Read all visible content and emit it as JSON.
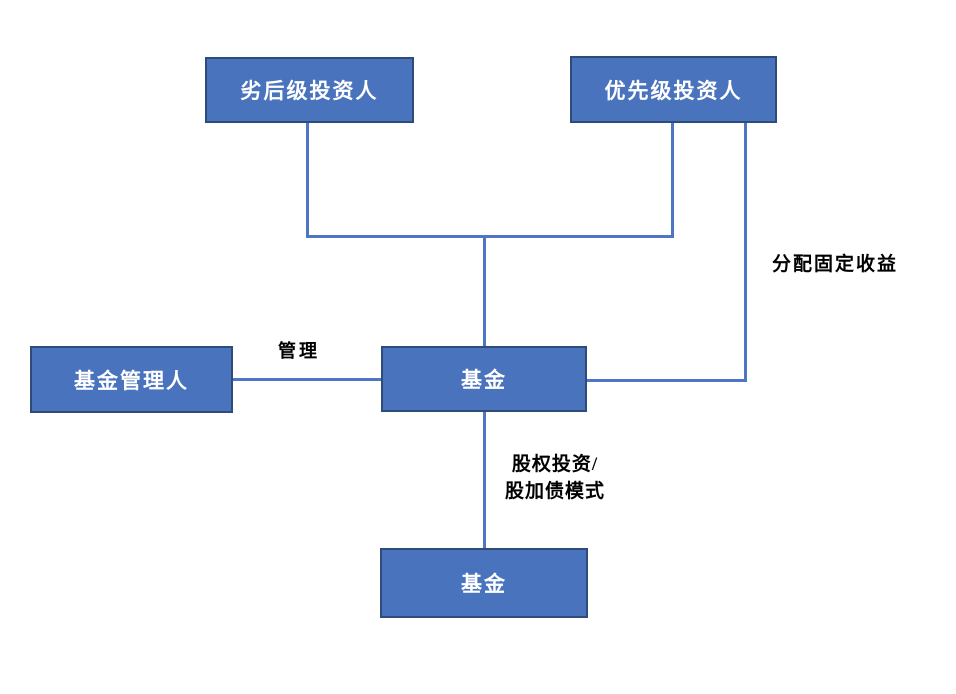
{
  "diagram": {
    "colors": {
      "box_fill": "#4A73BE",
      "box_border": "#2E4C7A",
      "box_text": "#FFFFFF",
      "connector": "#4F76C4",
      "label_text": "#000000",
      "background": "#FFFFFF"
    },
    "boxes": {
      "subordinated": "劣后级投资人",
      "senior": "优先级投资人",
      "manager": "基金管理人",
      "fund": "基金",
      "fund_lower": "基金"
    },
    "labels": {
      "manage": "管理",
      "fixed_income": "分配固定收益",
      "equity_line1": "股权投资/",
      "equity_line2": "股加债模式"
    }
  }
}
